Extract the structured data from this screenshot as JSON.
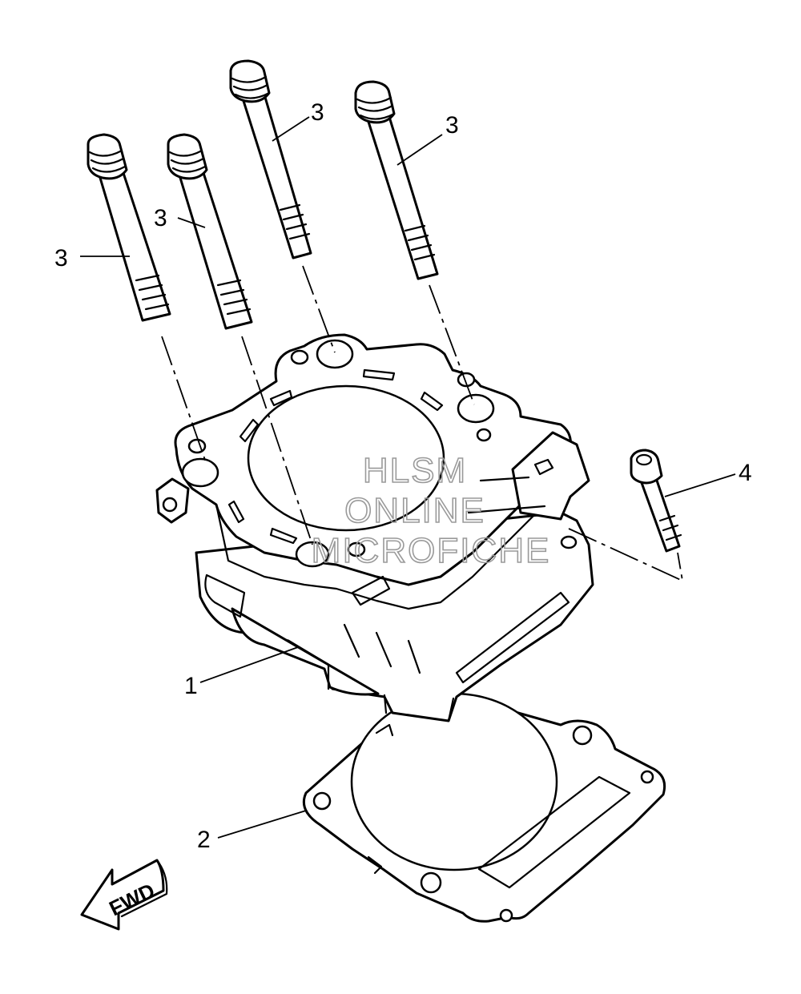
{
  "callouts": {
    "cylinder": "1",
    "gasket": "2",
    "stud_bolt_a": "3",
    "stud_bolt_b": "3",
    "stud_bolt_c": "3",
    "stud_bolt_d": "3",
    "bolt": "4"
  },
  "watermark": {
    "line1": "HLSM",
    "line2": "ONLINE",
    "line3": "MICROFICHE"
  },
  "direction_arrow": {
    "label": "FWD"
  }
}
